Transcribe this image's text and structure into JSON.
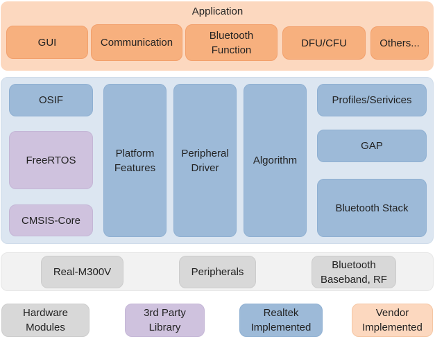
{
  "application": {
    "title": "Application",
    "items": [
      "GUI",
      "Communication",
      "Bluetooth\nFunction",
      "DFU/CFU",
      "Others..."
    ]
  },
  "middle": {
    "osif": "OSIF",
    "freertos": "FreeRTOS",
    "cmsis_core": "CMSIS-Core",
    "platform_features": "Platform\nFeatures",
    "peripheral_driver": "Peripheral\nDriver",
    "algorithm": "Algorithm",
    "profiles_services": "Profiles/Serivices",
    "gap": "GAP",
    "bluetooth_stack": "Bluetooth Stack"
  },
  "hardware": {
    "items": [
      "Real-M300V",
      "Peripherals",
      "Bluetooth\nBaseband, RF"
    ]
  },
  "legend": {
    "items": [
      "Hardware\nModules",
      "3rd Party\nLibrary",
      "Realtek\nImplemented",
      "Vendor\nImplemented"
    ]
  },
  "colors": {
    "application_panel": "#fcd8bf",
    "application_box": "#f7b07e",
    "middle_panel": "#dce6f1",
    "realtek_box": "#9dbad8",
    "third_party_box": "#cfc2de",
    "hardware_panel": "#f2f2f2",
    "hardware_box": "#d8d8d8"
  }
}
